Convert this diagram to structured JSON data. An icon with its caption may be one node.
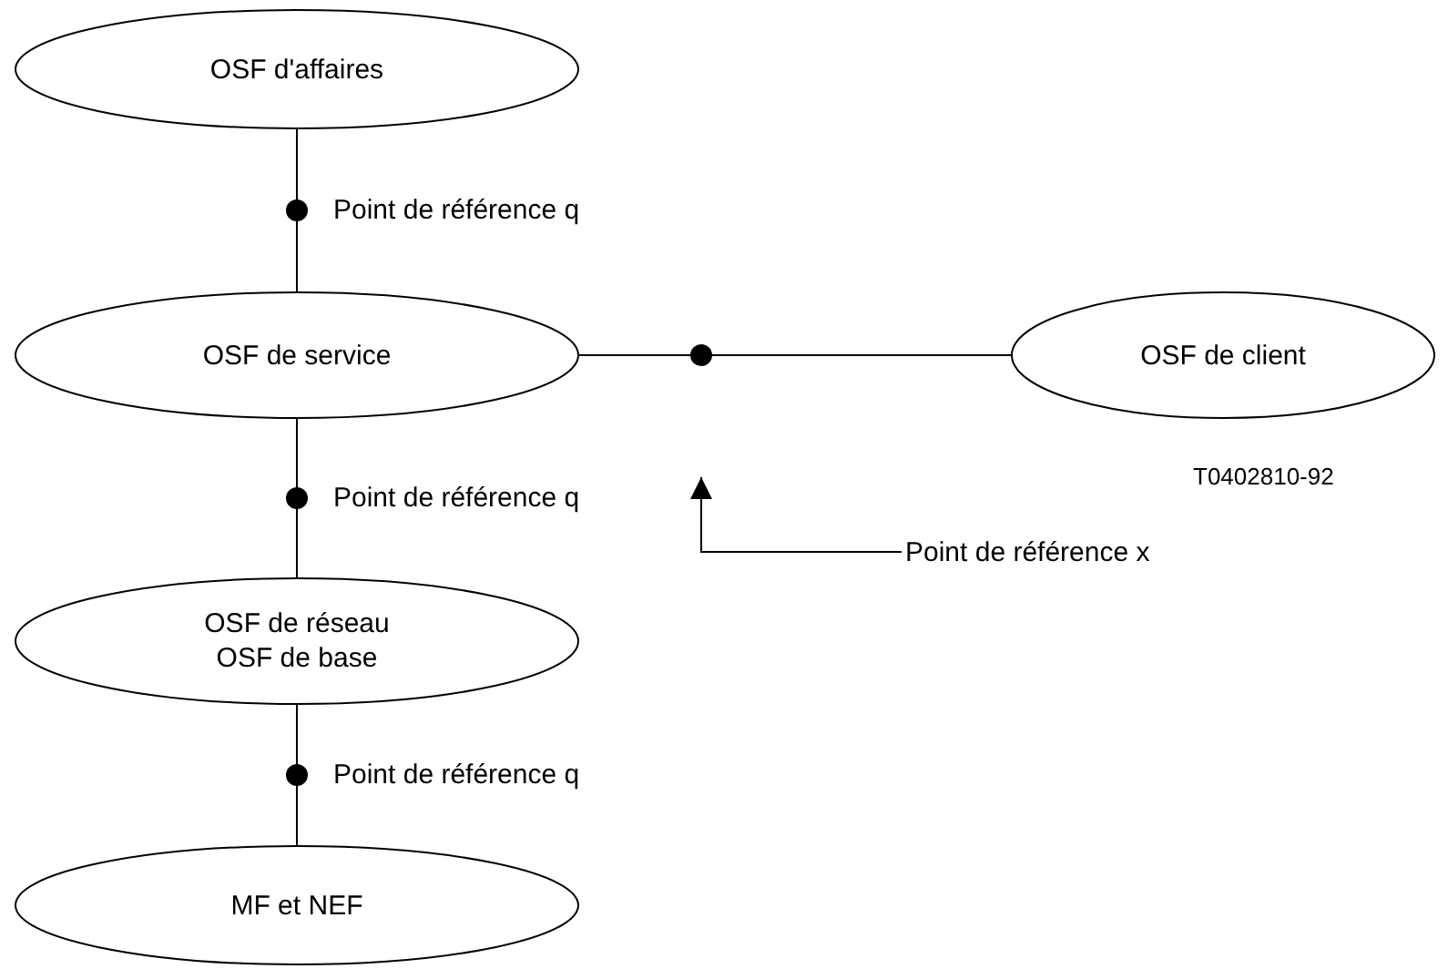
{
  "diagram": {
    "nodes": [
      {
        "text": [
          "OSF d'affaires"
        ]
      },
      {
        "text": [
          "OSF de service"
        ]
      },
      {
        "text": [
          "OSF de client"
        ]
      },
      {
        "text": [
          "OSF de réseau",
          "OSF de base"
        ]
      },
      {
        "text": [
          "MF et NEF"
        ]
      },
      {
        "text": [
          "Point de référence x"
        ]
      }
    ],
    "edges": [
      {
        "from": 0,
        "to": 1,
        "arrow": "none",
        "label": "Point de référence q"
      },
      {
        "from": 1,
        "to": 2,
        "arrow": "none"
      },
      {
        "from": 1,
        "to": 3,
        "arrow": "none",
        "label": "Point de référence q"
      },
      {
        "from": 3,
        "to": 4,
        "arrow": "none",
        "label": "Point de référence q"
      },
      {
        "from": 5,
        "to": null,
        "arrow": "to"
      }
    ],
    "labels": [
      "T0402810-92"
    ]
  }
}
